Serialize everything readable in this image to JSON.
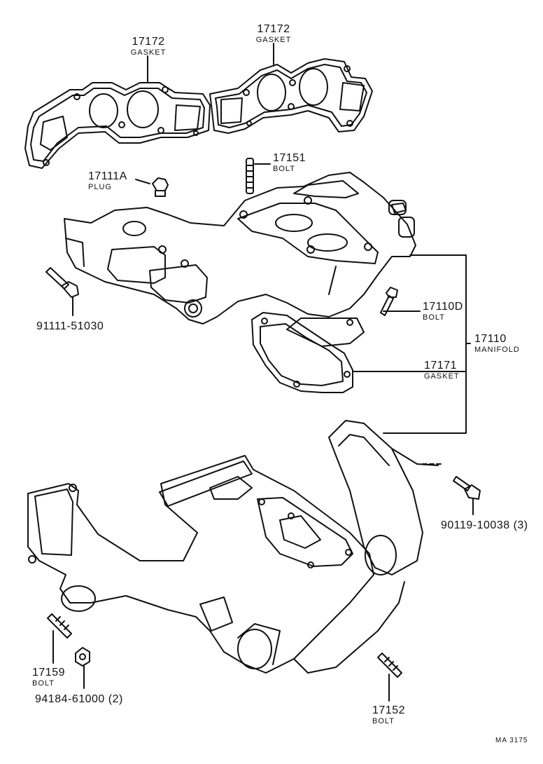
{
  "diagram": {
    "footer_code": "MA 3175",
    "callouts": {
      "gasket_left": {
        "part_number": "17172",
        "name": "GASKET"
      },
      "gasket_right": {
        "part_number": "17172",
        "name": "GASKET"
      },
      "plug": {
        "part_number": "17111A",
        "name": "PLUG"
      },
      "bolt_top": {
        "part_number": "17151",
        "name": "BOLT"
      },
      "bolt_left": {
        "part_number": "91111-51030"
      },
      "bolt_right": {
        "part_number": "17110D",
        "name": "BOLT"
      },
      "manifold": {
        "part_number": "17110",
        "name": "MANIFOLD"
      },
      "gasket_lower": {
        "part_number": "17171",
        "name": "GASKET"
      },
      "bolt_lower_right": {
        "part_number": "90119-10038 (3)"
      },
      "bolt_bottom_left": {
        "part_number": "17159",
        "name": "BOLT"
      },
      "nut": {
        "part_number": "94184-61000 (2)"
      },
      "bolt_bottom_right": {
        "part_number": "17152",
        "name": "BOLT"
      }
    }
  }
}
